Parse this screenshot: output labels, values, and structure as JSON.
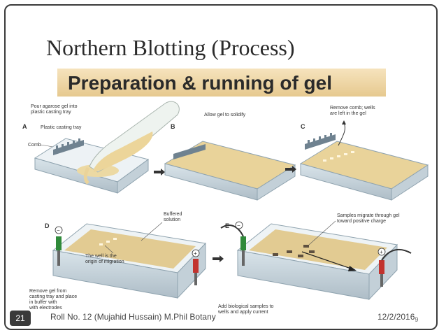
{
  "slide": {
    "title": "Northern Blotting (Process)",
    "number": "21",
    "footer_text": "Roll No. 12 (Mujahid Hussain) M.Phil Botany",
    "date": "12/2/2016",
    "page_suffix": "9"
  },
  "figure": {
    "heading": "Preparation & running of gel",
    "step_a": {
      "letter": "A",
      "caption_line1": "Pour agarose gel into",
      "caption_line2": "plastic casting tray",
      "tray_label": "Plastic casting tray",
      "comb_label": "Comb"
    },
    "step_b": {
      "letter": "B",
      "caption": "Allow gel to solidify"
    },
    "step_c": {
      "letter": "C",
      "caption_line1": "Remove comb; wells",
      "caption_line2": "are left in the gel"
    },
    "step_d": {
      "letter": "D",
      "buffer_line1": "Buffered",
      "buffer_line2": "solution",
      "well_line1": "The well is the",
      "well_line2": "origin of migration",
      "caption_line1": "Remove gel from",
      "caption_line2": "casting tray and place",
      "caption_line3": "in buffer with",
      "caption_line4": "with electrodes",
      "neg_symbol": "−",
      "pos_symbol": "+"
    },
    "step_e": {
      "letter": "E",
      "migrate_line1": "Samples migrate through gel",
      "migrate_line2": "toward positive charge",
      "caption_line1": "Add biological samples to",
      "caption_line2": "wells and apply current",
      "neg_symbol": "−",
      "pos_symbol": "+"
    }
  }
}
